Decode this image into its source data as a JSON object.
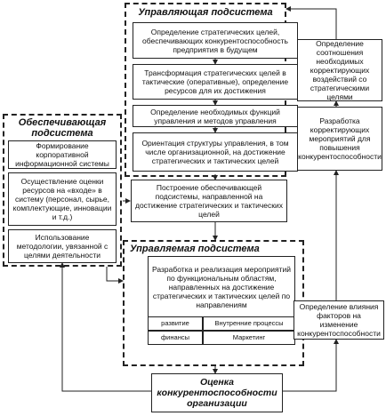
{
  "management": {
    "title": "Управляющая подсистема",
    "boxes": [
      "Определение стратегических целей, обеспечивающих конкурентоспособность предприятия в будущем",
      "Трансформация стратегических целей в тактические (оперативные), определение ресурсов для их достижения",
      "Определение необходимых функций управления и методов управления",
      "Ориентация структуры управления, в том числе организационной, на достижение стратегических и тактических целей"
    ]
  },
  "support": {
    "title": "Обеспечивающая подсистема",
    "boxes": [
      "Формирование корпоративной информационной системы",
      "Осуществление оценки ресурсов на «входе» в систему (персонал, сырье, комплектующие, инновации и т.д.)",
      "Использование методологии, увязанной с целями деятельности"
    ]
  },
  "middle_box": "Построение обеспечивающей подсистемы, направленной на достижение стратегических и тактических целей",
  "managed": {
    "title": "Управляемая подсистема",
    "main_box": "Разработка и реализация мероприятий по функциональным областям, направленных на достижение стратегических и тактических целей по направлениям",
    "areas": [
      "развитие",
      "Внутренние процессы",
      "финансы",
      "Маркетинг"
    ]
  },
  "evaluation": "Оценка конкурентоспособности организации",
  "right": {
    "top": "Определение соотношения необходимых корректирующих воздействий со стратегическими целями",
    "middle": "Разработка корректирующих мероприятий для повышения конкурентоспособности",
    "bottom": "Определение влияния факторов на изменение конкурентоспособности"
  }
}
